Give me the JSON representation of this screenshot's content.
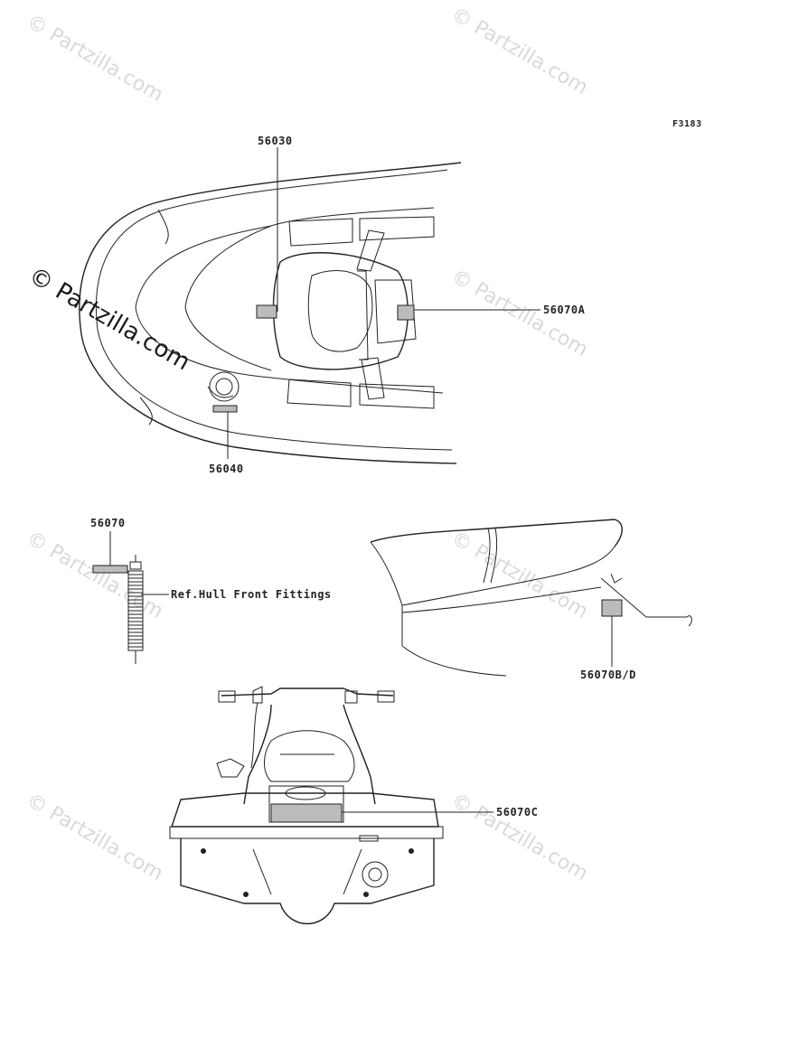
{
  "figure_id": "F3183",
  "watermark": "© Partzilla.com",
  "callouts": {
    "p56030": "56030",
    "p56070A": "56070A",
    "p56040": "56040",
    "p56070": "56070",
    "ref_hull": "Ref.Hull Front Fittings",
    "p56070BD": "56070B/D",
    "p56070C": "56070C"
  }
}
